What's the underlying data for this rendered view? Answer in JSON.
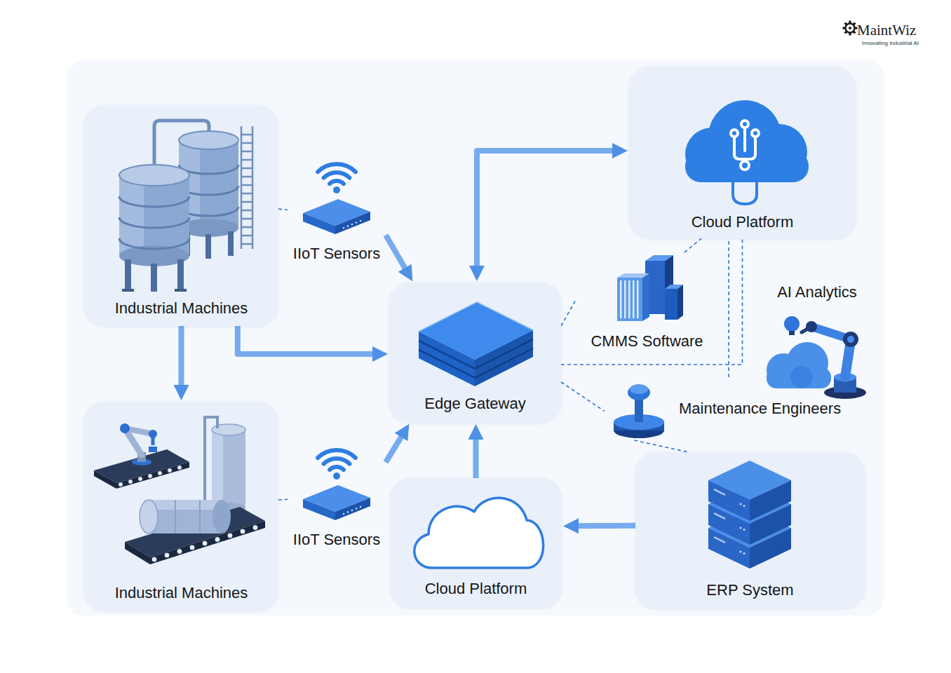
{
  "diagram": {
    "nodes": [
      {
        "text": [
          "Industrial Machines"
        ]
      },
      {
        "text": [
          "IIoT Sensors"
        ]
      },
      {
        "text": [
          "Cloud Platform"
        ]
      },
      {
        "text": [
          "Edge Gateway"
        ]
      },
      {
        "text": [
          "CMMS Software"
        ]
      },
      {
        "text": [
          "AI Analytics"
        ]
      },
      {
        "text": [
          "Maintenance Engineers"
        ]
      },
      {
        "text": [
          "Industrial Machines"
        ]
      },
      {
        "text": [
          "IIoT Sensors"
        ]
      },
      {
        "text": [
          "Cloud Platform"
        ]
      },
      {
        "text": [
          "ERP System"
        ]
      }
    ],
    "edges": [
      {
        "from": 0,
        "to": 1,
        "arrow": "none"
      },
      {
        "from": 1,
        "to": 3,
        "arrow": "to"
      },
      {
        "from": 0,
        "to": 7,
        "arrow": "to"
      },
      {
        "from": 0,
        "to": 3,
        "arrow": "to"
      },
      {
        "from": 3,
        "to": 2,
        "arrow": "both"
      },
      {
        "from": 3,
        "to": 4,
        "arrow": "none"
      },
      {
        "from": 4,
        "to": 2,
        "arrow": "none"
      },
      {
        "from": 3,
        "to": 2,
        "arrow": "none"
      },
      {
        "from": 3,
        "to": 6,
        "arrow": "none"
      },
      {
        "from": 6,
        "to": 2,
        "arrow": "none"
      },
      {
        "from": 6,
        "to": 10,
        "arrow": "none"
      },
      {
        "from": 8,
        "to": 3,
        "arrow": "to"
      },
      {
        "from": 7,
        "to": 8,
        "arrow": "none"
      },
      {
        "from": 9,
        "to": 3,
        "arrow": "to"
      },
      {
        "from": 10,
        "to": 9,
        "arrow": "to"
      }
    ],
    "labels": [
      "MaintWiz",
      "Innovating Industrial AI"
    ]
  }
}
